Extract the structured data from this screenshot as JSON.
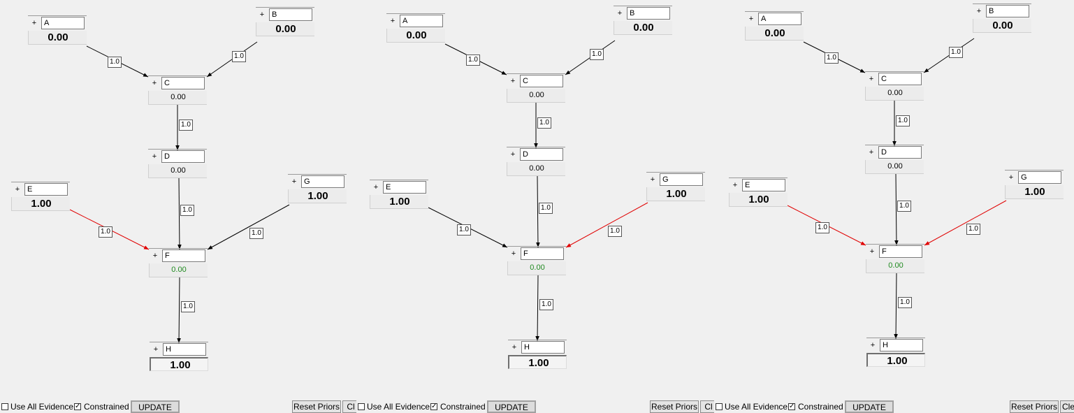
{
  "panels": [
    {
      "nodes": {
        "A": {
          "expand": "+",
          "name": "A",
          "value": "0.00"
        },
        "B": {
          "expand": "+",
          "name": "B",
          "value": "0.00"
        },
        "C": {
          "expand": "+",
          "name": "C",
          "value": "0.00"
        },
        "D": {
          "expand": "+",
          "name": "D",
          "value": "0.00"
        },
        "E": {
          "expand": "+",
          "name": "E",
          "value": "1.00"
        },
        "G": {
          "expand": "+",
          "name": "G",
          "value": "1.00"
        },
        "F": {
          "expand": "+",
          "name": "F",
          "value": "0.00"
        },
        "H": {
          "expand": "+",
          "name": "H",
          "value": "1.00"
        }
      },
      "edges": {
        "A_C": "1.0",
        "B_C": "1.0",
        "C_D": "1.0",
        "D_F": "1.0",
        "E_F": "1.0",
        "G_F": "1.0",
        "F_H": "1.0"
      },
      "edge_colors": {
        "E_F": "#e00000",
        "G_F": "#000000"
      },
      "footer": {
        "use_all_evidence": "Use All Evidence",
        "use_all_evidence_checked": false,
        "constrained": "Constrained",
        "constrained_checked": true,
        "constrained_mark": "✓",
        "update": "UPDATE",
        "reset_priors": "Reset Priors",
        "clear": "Cl"
      }
    },
    {
      "nodes": {
        "A": {
          "expand": "+",
          "name": "A",
          "value": "0.00"
        },
        "B": {
          "expand": "+",
          "name": "B",
          "value": "0.00"
        },
        "C": {
          "expand": "+",
          "name": "C",
          "value": "0.00"
        },
        "D": {
          "expand": "+",
          "name": "D",
          "value": "0.00"
        },
        "E": {
          "expand": "+",
          "name": "E",
          "value": "1.00"
        },
        "G": {
          "expand": "+",
          "name": "G",
          "value": "1.00"
        },
        "F": {
          "expand": "+",
          "name": "F",
          "value": "0.00"
        },
        "H": {
          "expand": "+",
          "name": "H",
          "value": "1.00"
        }
      },
      "edges": {
        "A_C": "1.0",
        "B_C": "1.0",
        "C_D": "1.0",
        "D_F": "1.0",
        "E_F": "1.0",
        "G_F": "1.0",
        "F_H": "1.0"
      },
      "edge_colors": {
        "E_F": "#000000",
        "G_F": "#e00000"
      },
      "footer": {
        "use_all_evidence": "Use All Evidence",
        "use_all_evidence_checked": false,
        "constrained": "Constrained",
        "constrained_checked": true,
        "constrained_mark": "✓",
        "update": "UPDATE",
        "reset_priors": "Reset Priors",
        "clear": "Cl"
      }
    },
    {
      "nodes": {
        "A": {
          "expand": "+",
          "name": "A",
          "value": "0.00"
        },
        "B": {
          "expand": "+",
          "name": "B",
          "value": "0.00"
        },
        "C": {
          "expand": "+",
          "name": "C",
          "value": "0.00"
        },
        "D": {
          "expand": "+",
          "name": "D",
          "value": "0.00"
        },
        "E": {
          "expand": "+",
          "name": "E",
          "value": "1.00"
        },
        "G": {
          "expand": "+",
          "name": "G",
          "value": "1.00"
        },
        "F": {
          "expand": "+",
          "name": "F",
          "value": "0.00"
        },
        "H": {
          "expand": "+",
          "name": "H",
          "value": "1.00"
        }
      },
      "edges": {
        "A_C": "1.0",
        "B_C": "1.0",
        "C_D": "1.0",
        "D_F": "1.0",
        "E_F": "1.0",
        "G_F": "1.0",
        "F_H": "1.0"
      },
      "edge_colors": {
        "E_F": "#e00000",
        "G_F": "#e00000"
      },
      "footer": {
        "use_all_evidence": "Use All Evidence",
        "use_all_evidence_checked": false,
        "constrained": "Constrained",
        "constrained_checked": true,
        "constrained_mark": "✓",
        "update": "UPDATE",
        "reset_priors": "Reset Priors",
        "clear": "Cle"
      }
    }
  ],
  "colors": {
    "value_green": "#1f8a1f",
    "edge_red": "#e00000",
    "edge_black": "#000000"
  }
}
